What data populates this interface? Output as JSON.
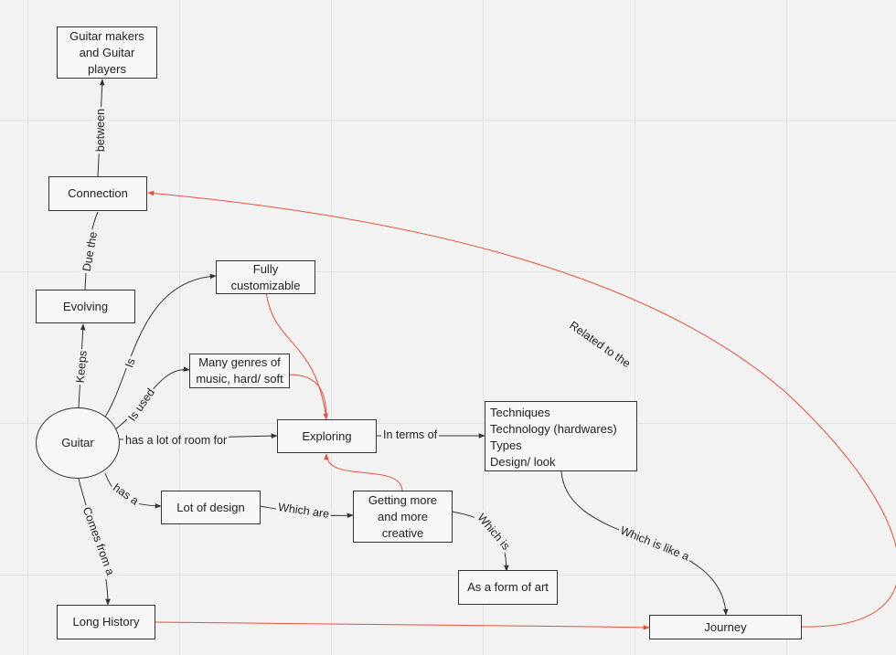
{
  "nodes": {
    "guitar_makers": "Guitar makers\nand Guitar\nplayers",
    "connection": "Connection",
    "evolving": "Evolving",
    "fully_customizable": "Fully\ncustomizable",
    "many_genres": "Many genres of\nmusic, hard/ soft",
    "guitar": "Guitar",
    "exploring": "Exploring",
    "techniques_list": [
      "Techniques",
      "Technology (hardwares)",
      "Types",
      "Design/ look"
    ],
    "lot_of_design": "Lot of design",
    "getting_more_creative": "Getting more\nand more\ncreative",
    "form_of_art": "As a form of art",
    "long_history": "Long History",
    "journey": "Journey"
  },
  "edge_labels": {
    "between": "between",
    "due_the": "Due the",
    "keeps": "Keeps",
    "is": "Is",
    "is_used": "Is used",
    "room_for": "has a lot of room for",
    "in_terms_of": "In terms of",
    "has_a": "has a",
    "which_are": "Which are",
    "which_is": "Which is",
    "comes_from_a": "Comes from a",
    "related_to_the": "Related to the",
    "which_is_like_a": "Which is like a"
  },
  "colors": {
    "line": "#333333",
    "accent": "#e8513a"
  }
}
